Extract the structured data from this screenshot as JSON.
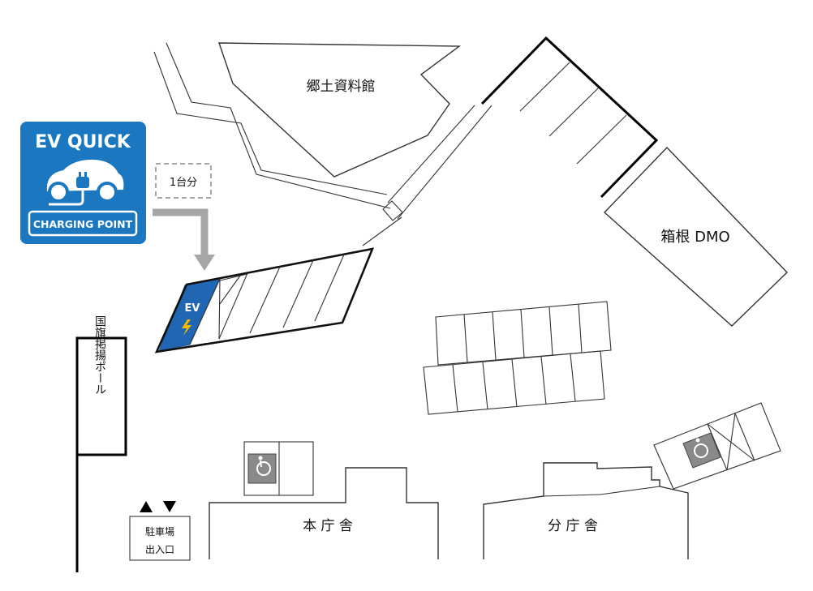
{
  "sign": {
    "title": "EV QUICK",
    "subtitle": "CHARGING POINT",
    "color": "#1b77c0",
    "icon": "ev-car-plug-icon"
  },
  "callout": {
    "text": "1台分",
    "arrow_color": "#a6a6a6"
  },
  "ev_space": {
    "label": "EV",
    "icon": "lightning-icon",
    "color": "#2166b3",
    "bolt_color": "#f5b800"
  },
  "buildings": {
    "kyodo_shiryokan": "郷土資料館",
    "hakone_dmo": "箱根 DMO",
    "honchosha": "本 庁 舎",
    "bunchosha": "分 庁 舎"
  },
  "flagpole": "国旗掲揚ポール",
  "entrance": {
    "line1": "駐車場",
    "line2": "出入口"
  },
  "icons": {
    "accessible_parking": "wheelchair-icon",
    "entrance_arrows": [
      "triangle-up-icon",
      "triangle-down-icon"
    ]
  }
}
